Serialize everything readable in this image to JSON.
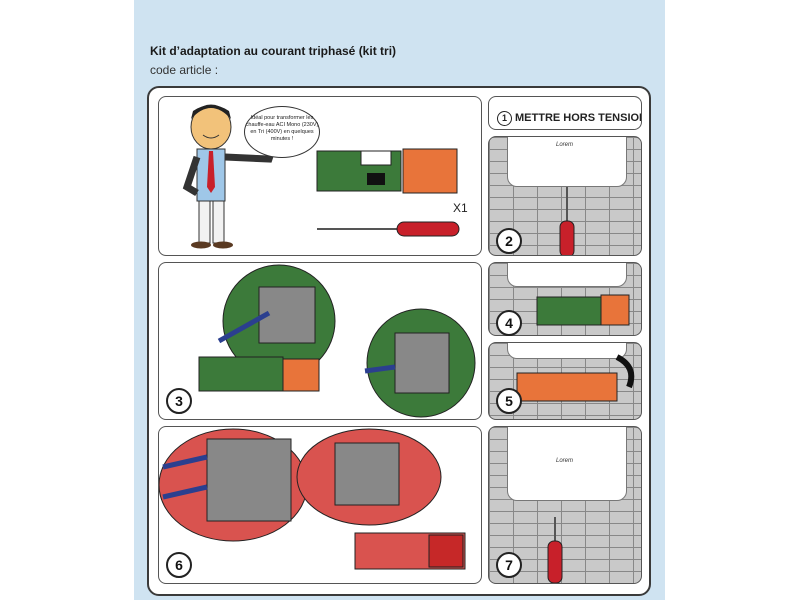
{
  "header": {
    "title": "Kit d’adaptation au courant triphasé (kit tri)",
    "subtitle": "code article :"
  },
  "intro": {
    "bubble_text": "Idéal pour transformer les chauffe-eau ACI Mono (230V) en Tri (400V) en quelques minutes !",
    "quantity": "X1"
  },
  "steps": {
    "step1_number": "1",
    "step1_label": "METTRE HORS TENSION",
    "step2": "2",
    "step3": "3",
    "step4": "4",
    "step5": "5",
    "step6": "6",
    "step7": "7"
  },
  "boiler_brand": "Lorem",
  "colors": {
    "background_band": "#cfe3f1",
    "pcb_green": "#3c7a3a",
    "relay_orange": "#e8743a",
    "screwdriver_red": "#c8202a",
    "terminal_red": "#d9534f",
    "wire_blue": "#2b3f8f"
  }
}
